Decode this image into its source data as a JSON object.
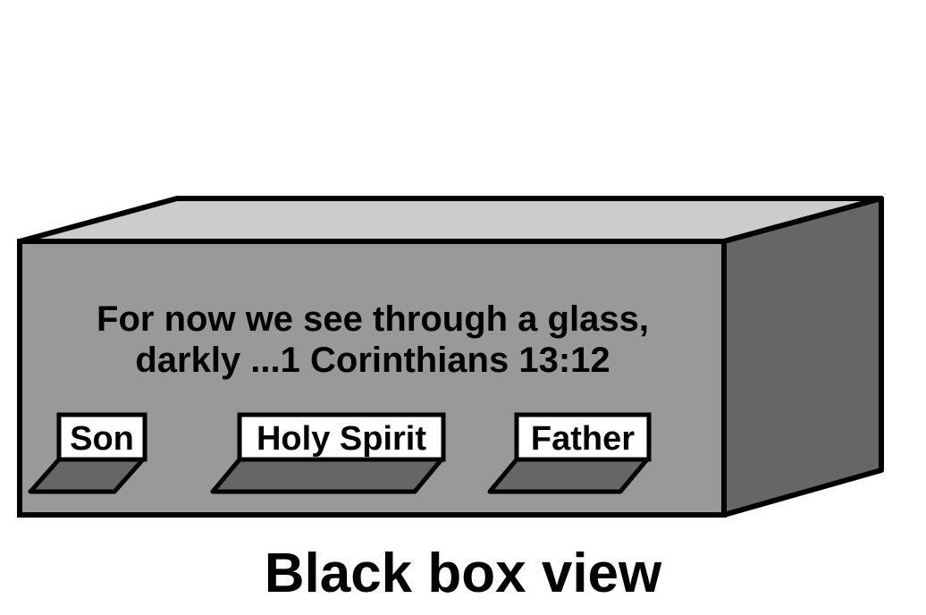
{
  "diagram": {
    "quote": {
      "line1": "For now we see through a glass,",
      "line2": "darkly ...1 Corinthians 13:12"
    },
    "buttons": [
      {
        "label": "Son"
      },
      {
        "label": "Holy Spirit"
      },
      {
        "label": "Father"
      }
    ],
    "caption": "Black box view"
  },
  "colors": {
    "front_face": "#999999",
    "top_face": "#cccccc",
    "side_face": "#666666",
    "slot": "#666666",
    "label_bg": "#ffffff",
    "stroke": "#000000"
  }
}
